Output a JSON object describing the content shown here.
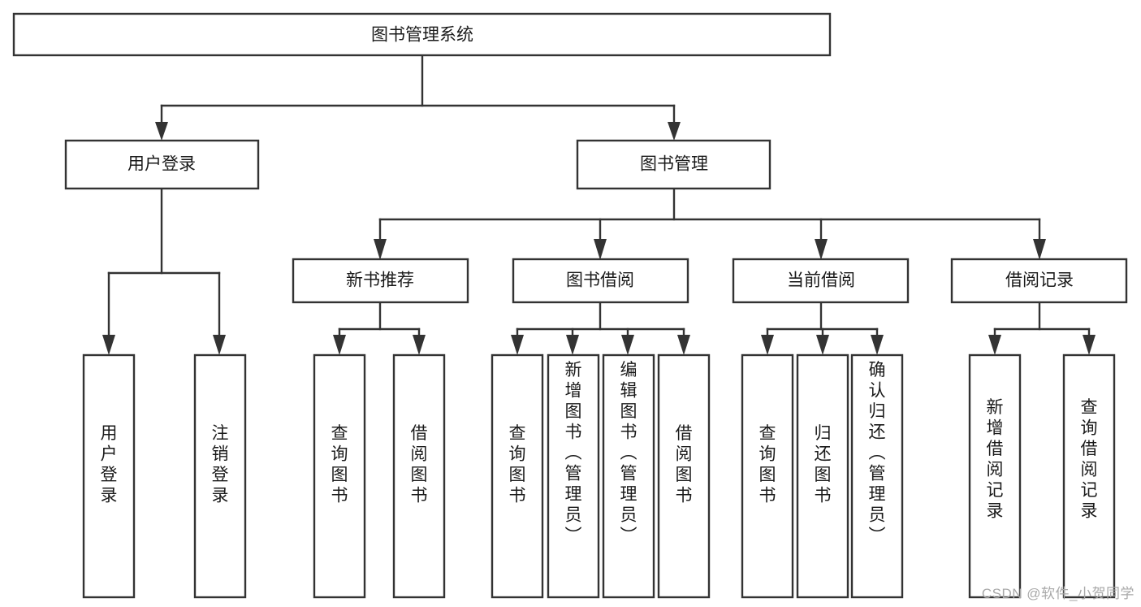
{
  "diagram": {
    "type": "hierarchy-tree",
    "title": "图书管理系统",
    "watermark": "CSDN @软件_小贺同学",
    "colors": {
      "stroke": "#333333",
      "fill": "#ffffff",
      "text": "#1a1a1a",
      "watermark": "#a8a8a8",
      "background": "#ffffff"
    },
    "levels": [
      {
        "level": 0,
        "nodes": [
          {
            "id": "root",
            "label": "图书管理系统",
            "orientation": "horizontal"
          }
        ]
      },
      {
        "level": 1,
        "nodes": [
          {
            "id": "user-login",
            "label": "用户登录",
            "orientation": "horizontal",
            "parent": "root"
          },
          {
            "id": "book-manage",
            "label": "图书管理",
            "orientation": "horizontal",
            "parent": "root"
          }
        ]
      },
      {
        "level": 2,
        "nodes": [
          {
            "id": "new-book-rec",
            "label": "新书推荐",
            "orientation": "horizontal",
            "parent": "book-manage"
          },
          {
            "id": "book-borrow",
            "label": "图书借阅",
            "orientation": "horizontal",
            "parent": "book-manage"
          },
          {
            "id": "current-borrow",
            "label": "当前借阅",
            "orientation": "horizontal",
            "parent": "book-manage"
          },
          {
            "id": "borrow-record",
            "label": "借阅记录",
            "orientation": "horizontal",
            "parent": "book-manage"
          }
        ]
      },
      {
        "level": 3,
        "nodes": [
          {
            "id": "leaf-user-login",
            "label": "用户登录",
            "orientation": "vertical",
            "parent": "user-login"
          },
          {
            "id": "leaf-logout-login",
            "label": "注销登录",
            "orientation": "vertical",
            "parent": "user-login"
          },
          {
            "id": "leaf-query-book-1",
            "label": "查询图书",
            "orientation": "vertical",
            "parent": "new-book-rec"
          },
          {
            "id": "leaf-borrow-book-1",
            "label": "借阅图书",
            "orientation": "vertical",
            "parent": "new-book-rec"
          },
          {
            "id": "leaf-query-book-2",
            "label": "查询图书",
            "orientation": "vertical",
            "parent": "book-borrow"
          },
          {
            "id": "leaf-add-book",
            "label": "新增图书（管理员）",
            "orientation": "vertical",
            "parent": "book-borrow"
          },
          {
            "id": "leaf-edit-book",
            "label": "编辑图书（管理员）",
            "orientation": "vertical",
            "parent": "book-borrow"
          },
          {
            "id": "leaf-borrow-book-2",
            "label": "借阅图书",
            "orientation": "vertical",
            "parent": "book-borrow"
          },
          {
            "id": "leaf-query-book-3",
            "label": "查询图书",
            "orientation": "vertical",
            "parent": "current-borrow"
          },
          {
            "id": "leaf-return-book",
            "label": "归还图书",
            "orientation": "vertical",
            "parent": "current-borrow"
          },
          {
            "id": "leaf-confirm-return",
            "label": "确认归还（管理员）",
            "orientation": "vertical",
            "parent": "current-borrow"
          },
          {
            "id": "leaf-add-record",
            "label": "新增借阅记录",
            "orientation": "vertical",
            "parent": "borrow-record"
          },
          {
            "id": "leaf-query-record",
            "label": "查询借阅记录",
            "orientation": "vertical",
            "parent": "borrow-record"
          }
        ]
      }
    ]
  }
}
